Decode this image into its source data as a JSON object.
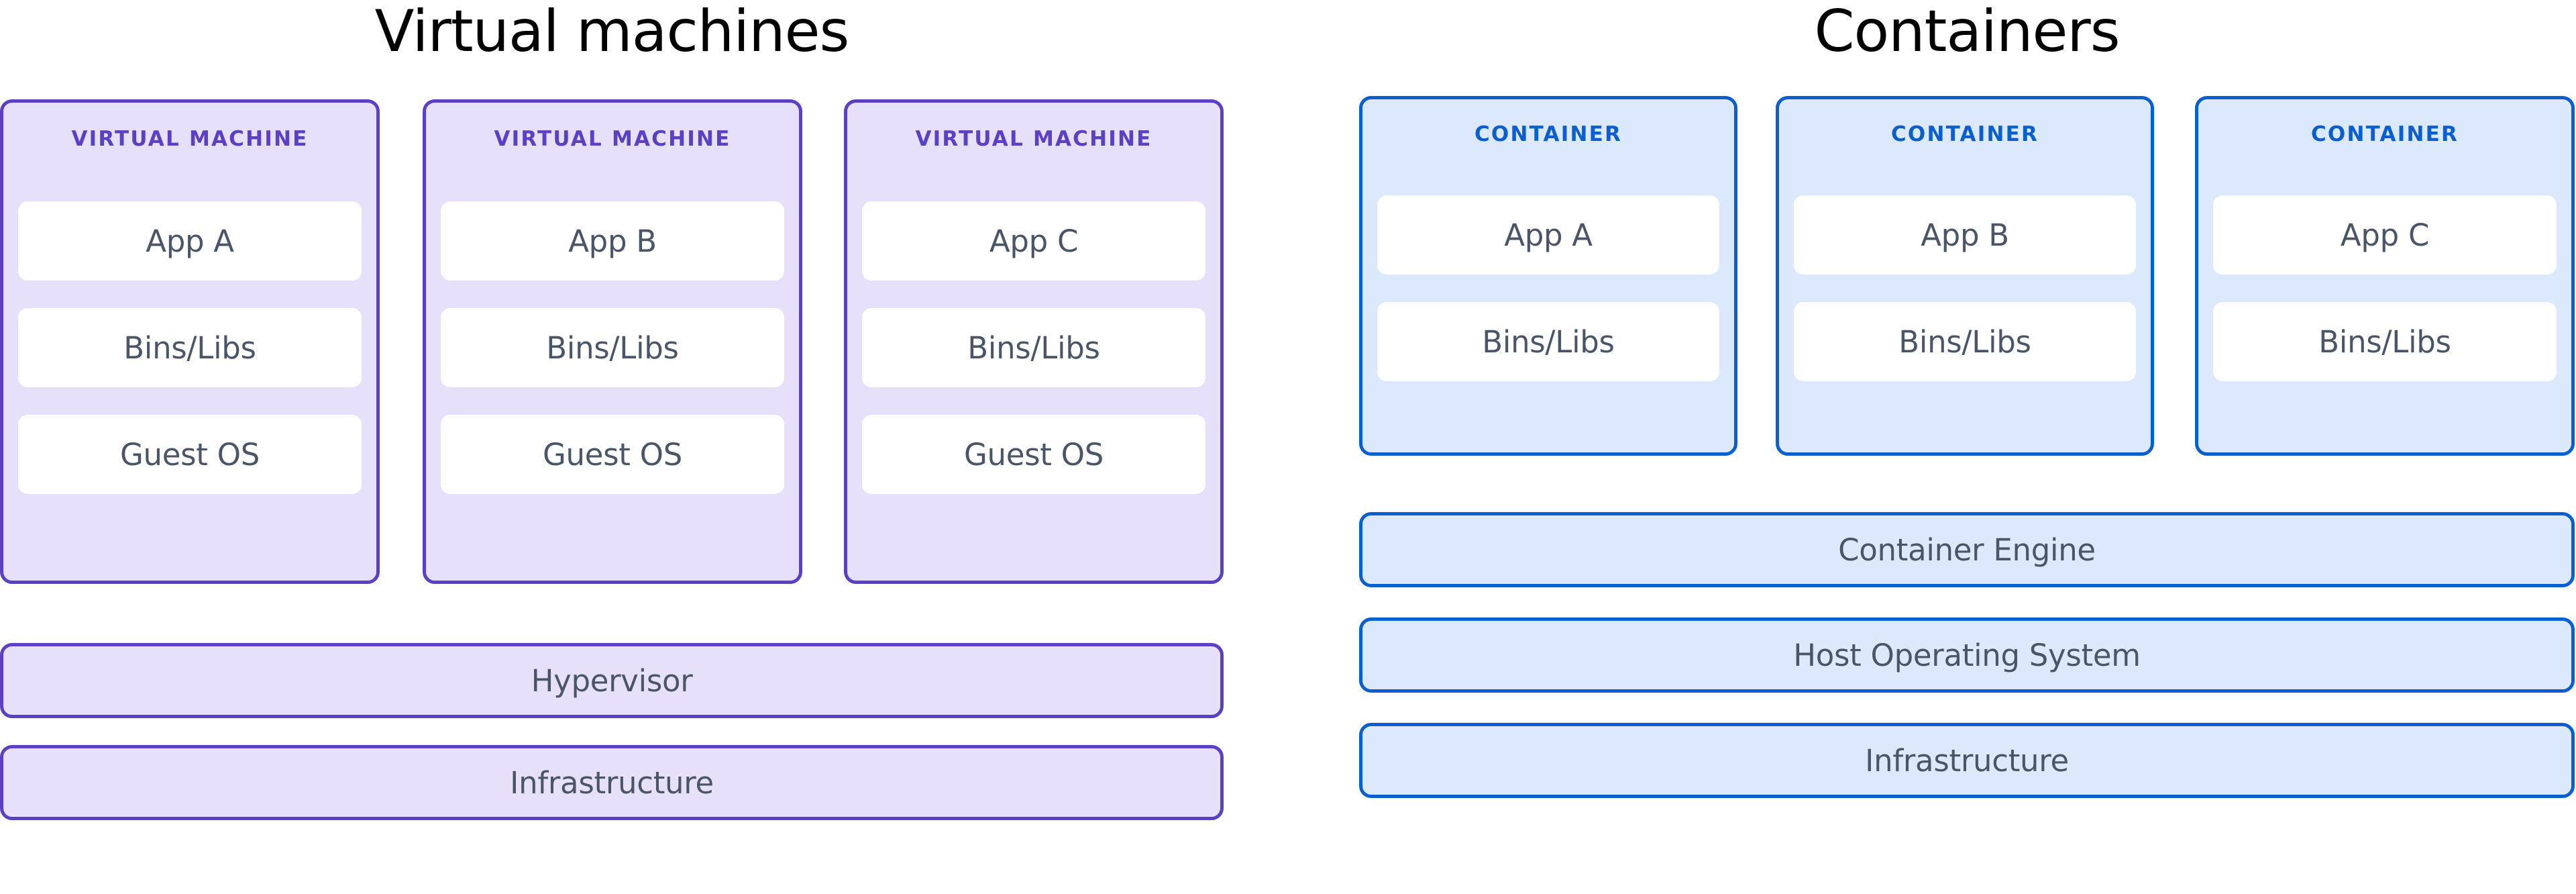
{
  "colors": {
    "vm_border": "#5b3fc4",
    "vm_fill": "#e7e0fb",
    "vm_label": "#5b3fc4",
    "container_border": "#0b5ed0",
    "container_fill": "#dce8fb",
    "container_label": "#0b5ed0",
    "tile_fill": "#ffffff",
    "body_text": "#4a5568",
    "title_text": "#000000",
    "background": "#ffffff"
  },
  "virtual_machines": {
    "title": "Virtual machines",
    "cards": [
      {
        "group_label": "VIRTUAL MACHINE",
        "tiles": [
          "App A",
          "Bins/Libs",
          "Guest OS"
        ]
      },
      {
        "group_label": "VIRTUAL MACHINE",
        "tiles": [
          "App B",
          "Bins/Libs",
          "Guest OS"
        ]
      },
      {
        "group_label": "VIRTUAL MACHINE",
        "tiles": [
          "App C",
          "Bins/Libs",
          "Guest OS"
        ]
      }
    ],
    "bars": [
      {
        "label": "Hypervisor"
      },
      {
        "label": "Infrastructure"
      }
    ]
  },
  "containers": {
    "title": "Containers",
    "cards": [
      {
        "group_label": "CONTAINER",
        "tiles": [
          "App A",
          "Bins/Libs"
        ]
      },
      {
        "group_label": "CONTAINER",
        "tiles": [
          "App B",
          "Bins/Libs"
        ]
      },
      {
        "group_label": "CONTAINER",
        "tiles": [
          "App C",
          "Bins/Libs"
        ]
      }
    ],
    "bars": [
      {
        "label": "Container Engine"
      },
      {
        "label": "Host Operating System"
      },
      {
        "label": "Infrastructure"
      }
    ]
  }
}
